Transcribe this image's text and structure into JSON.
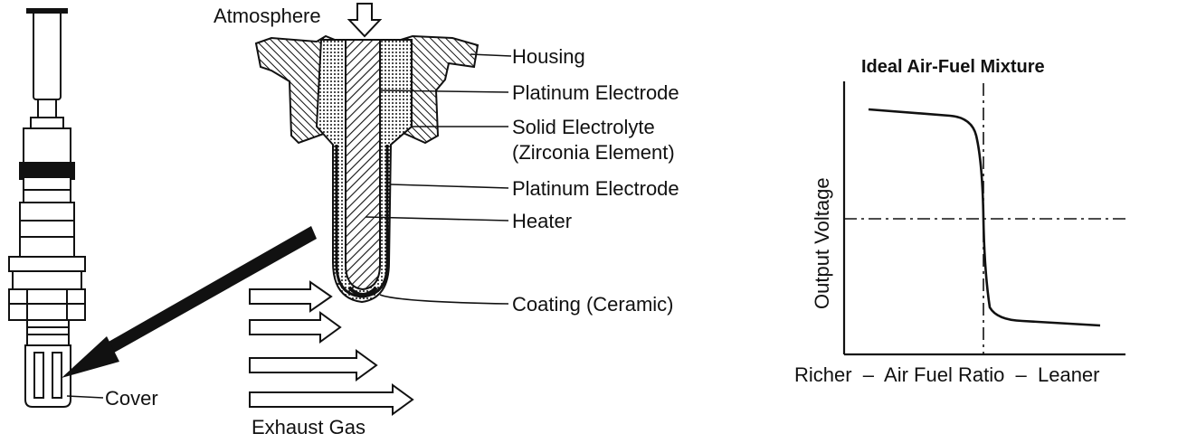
{
  "colors": {
    "ink": "#111111",
    "paper": "#ffffff"
  },
  "sensor": {
    "atmosphere_label": "Atmosphere",
    "exhaust_label": "Exhaust Gas",
    "cover_label": "Cover",
    "parts": {
      "housing": "Housing",
      "platinum_electrode_inner": "Platinum Electrode",
      "solid_electrolyte_line1": "Solid Electrolyte",
      "solid_electrolyte_line2": "(Zirconia Element)",
      "platinum_electrode_outer": "Platinum Electrode",
      "heater": "Heater",
      "coating": "Coating (Ceramic)"
    }
  },
  "graph": {
    "title": "Ideal Air-Fuel Mixture",
    "ylabel": "Output Voltage",
    "xlabel": "Richer  –  Air Fuel Ratio  –  Leaner"
  }
}
